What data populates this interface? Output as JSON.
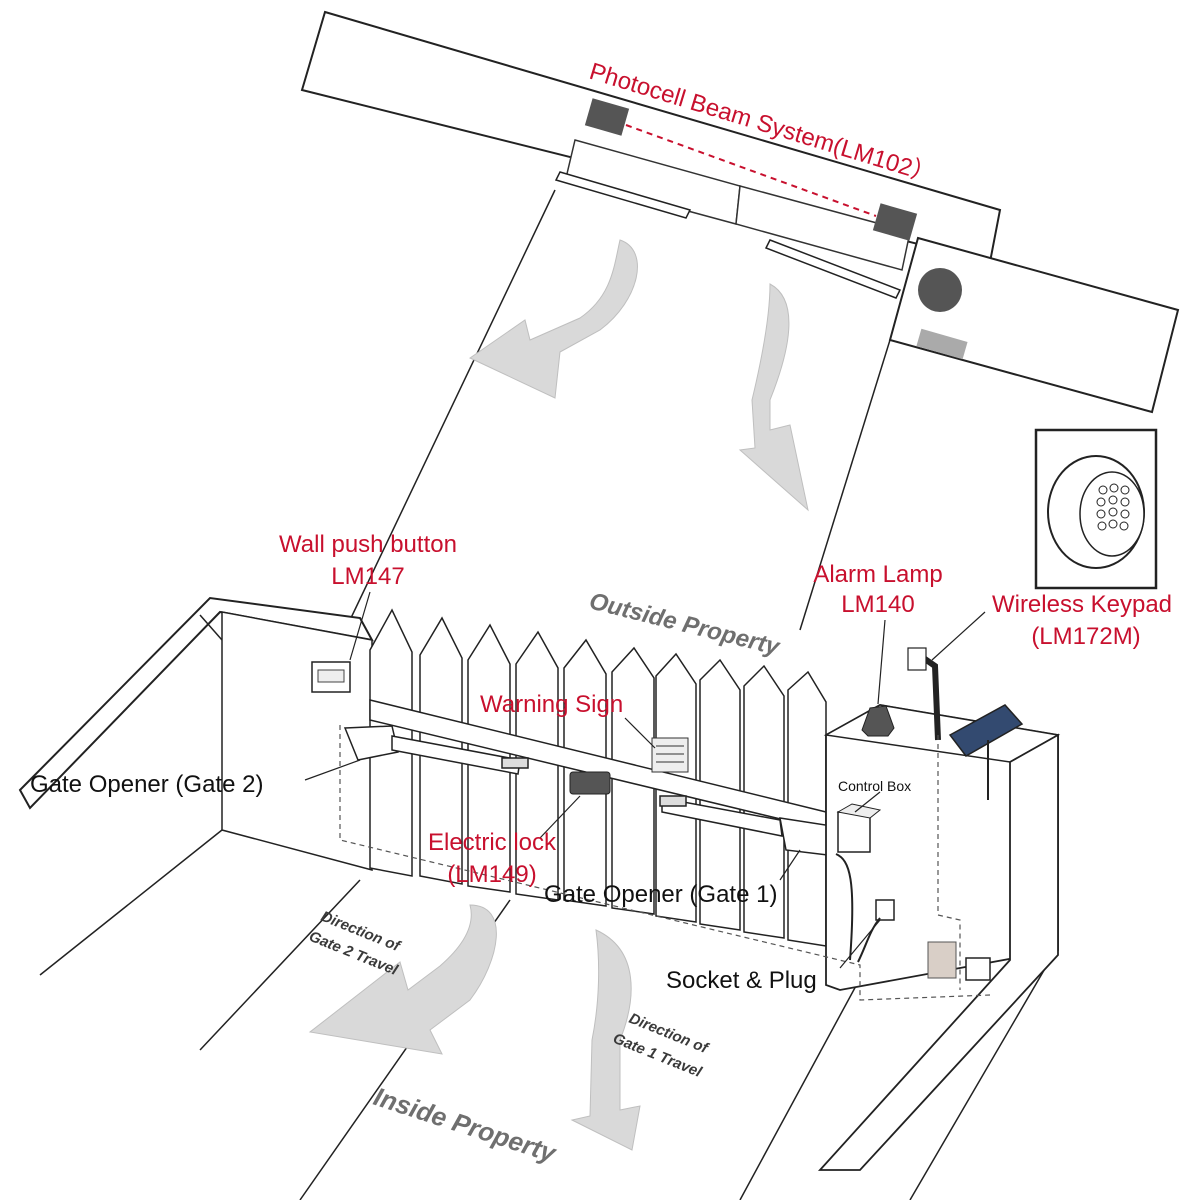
{
  "labels": {
    "photocell": "Photocell Beam System(LM102）",
    "wall_button_line1": "Wall push button",
    "wall_button_line2": "LM147",
    "outside_property": "Outside Property",
    "alarm_lamp_line1": "Alarm Lamp",
    "alarm_lamp_line2": "LM140",
    "keypad_line1": "Wireless Keypad",
    "keypad_line2": "(LM172M)",
    "warning_sign": "Warning Sign",
    "gate_opener_2": "Gate Opener (Gate 2)",
    "control_box": "Control Box",
    "electric_lock_line1": "Electric lock",
    "electric_lock_line2": "(LM149)",
    "gate_opener_1": "Gate Opener (Gate 1)",
    "direction_gate2_line1": "Direction of",
    "direction_gate2_line2": "Gate 2 Travel",
    "socket_plug": "Socket & Plug",
    "direction_gate1_line1": "Direction of",
    "direction_gate1_line2": "Gate 1 Travel",
    "inside_property": "Inside Property"
  },
  "colors": {
    "label_red": "#c8102e",
    "label_black": "#111111",
    "arrow_fill": "#d9d9d9",
    "device_dark": "#555555"
  }
}
